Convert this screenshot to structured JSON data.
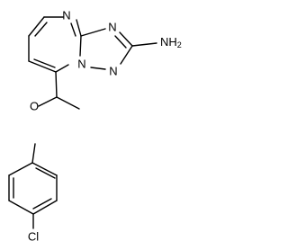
{
  "molecule": {
    "atoms": {
      "n_pyrimidine": "N",
      "n_triazole_right": "N",
      "n_triazole_bottom": "N",
      "n_bridge": "N",
      "amine": "NH",
      "amine_sub": "2",
      "ether_oxygen": "O",
      "chlorine": "Cl"
    },
    "colors": {
      "bond": "#000000",
      "label": "#000000",
      "background": "#ffffff"
    }
  }
}
